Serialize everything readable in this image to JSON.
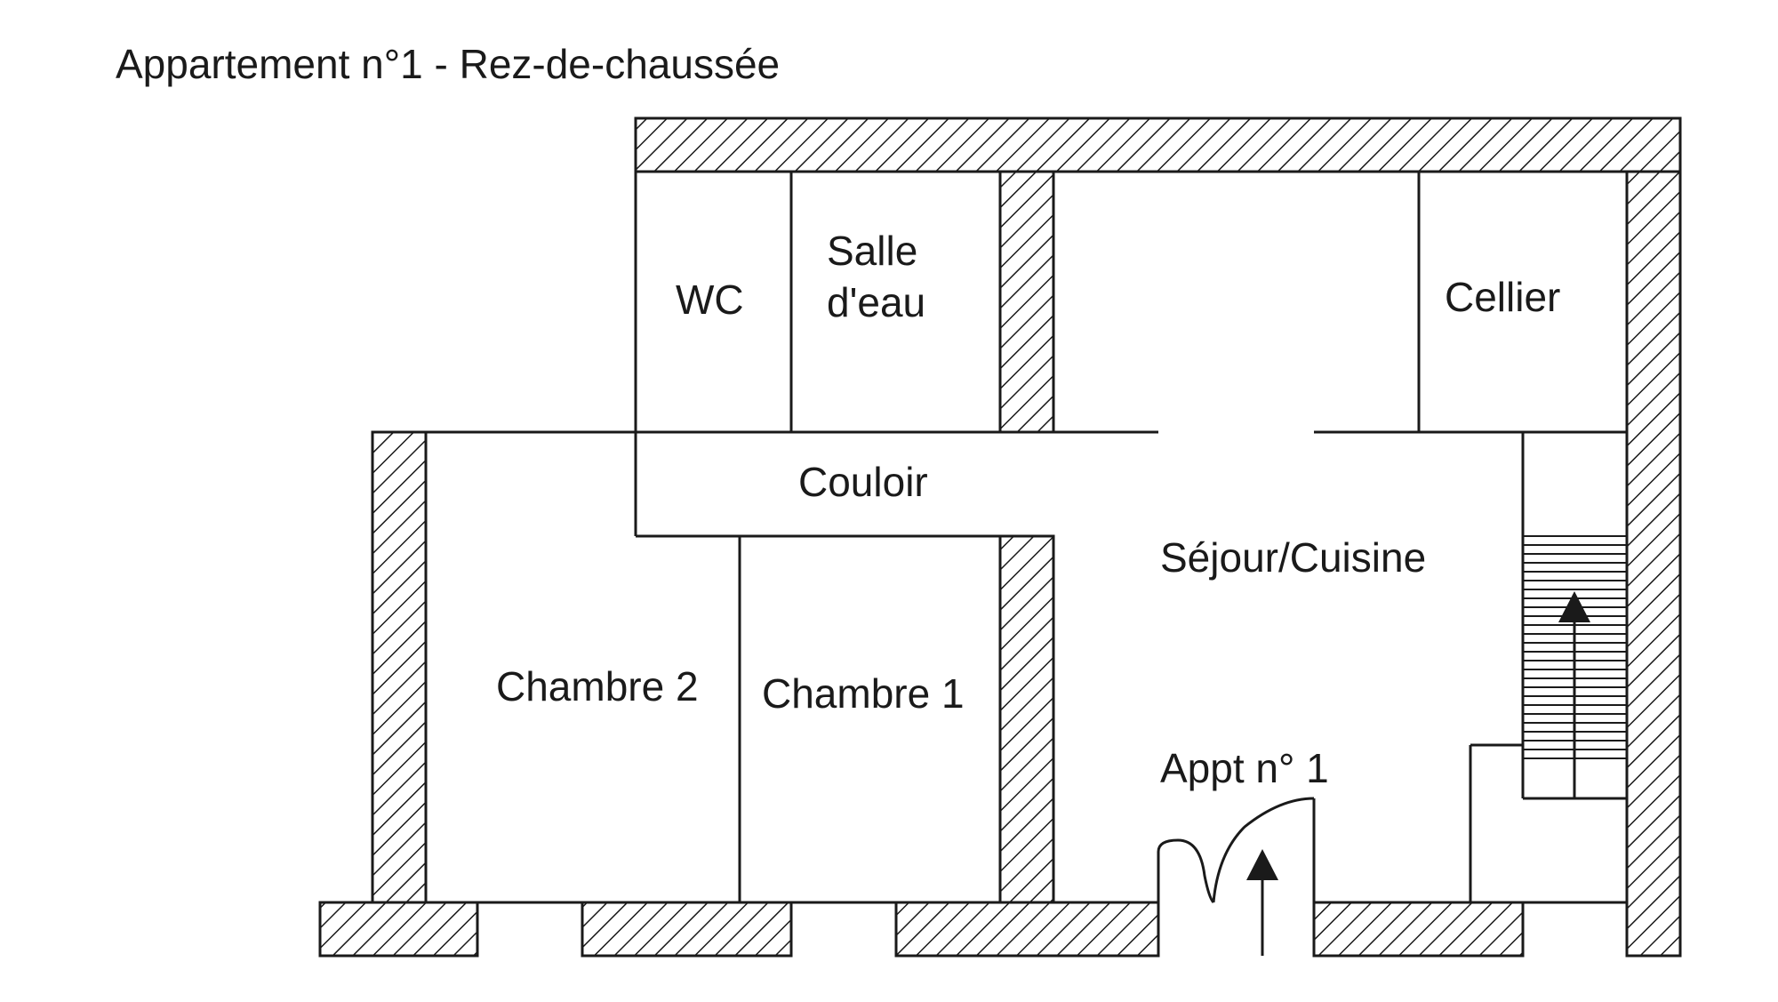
{
  "title": "Appartement n°1 - Rez-de-chaussée",
  "rooms": {
    "wc": "WC",
    "salle_deau_line1": "Salle",
    "salle_deau_line2": "d'eau",
    "cellier": "Cellier",
    "couloir": "Couloir",
    "sejour_cuisine": "Séjour/Cuisine",
    "chambre_2": "Chambre 2",
    "chambre_1": "Chambre 1",
    "appt_entry": "Appt n° 1"
  },
  "colors": {
    "ink": "#1a1a1a",
    "background": "#ffffff"
  }
}
